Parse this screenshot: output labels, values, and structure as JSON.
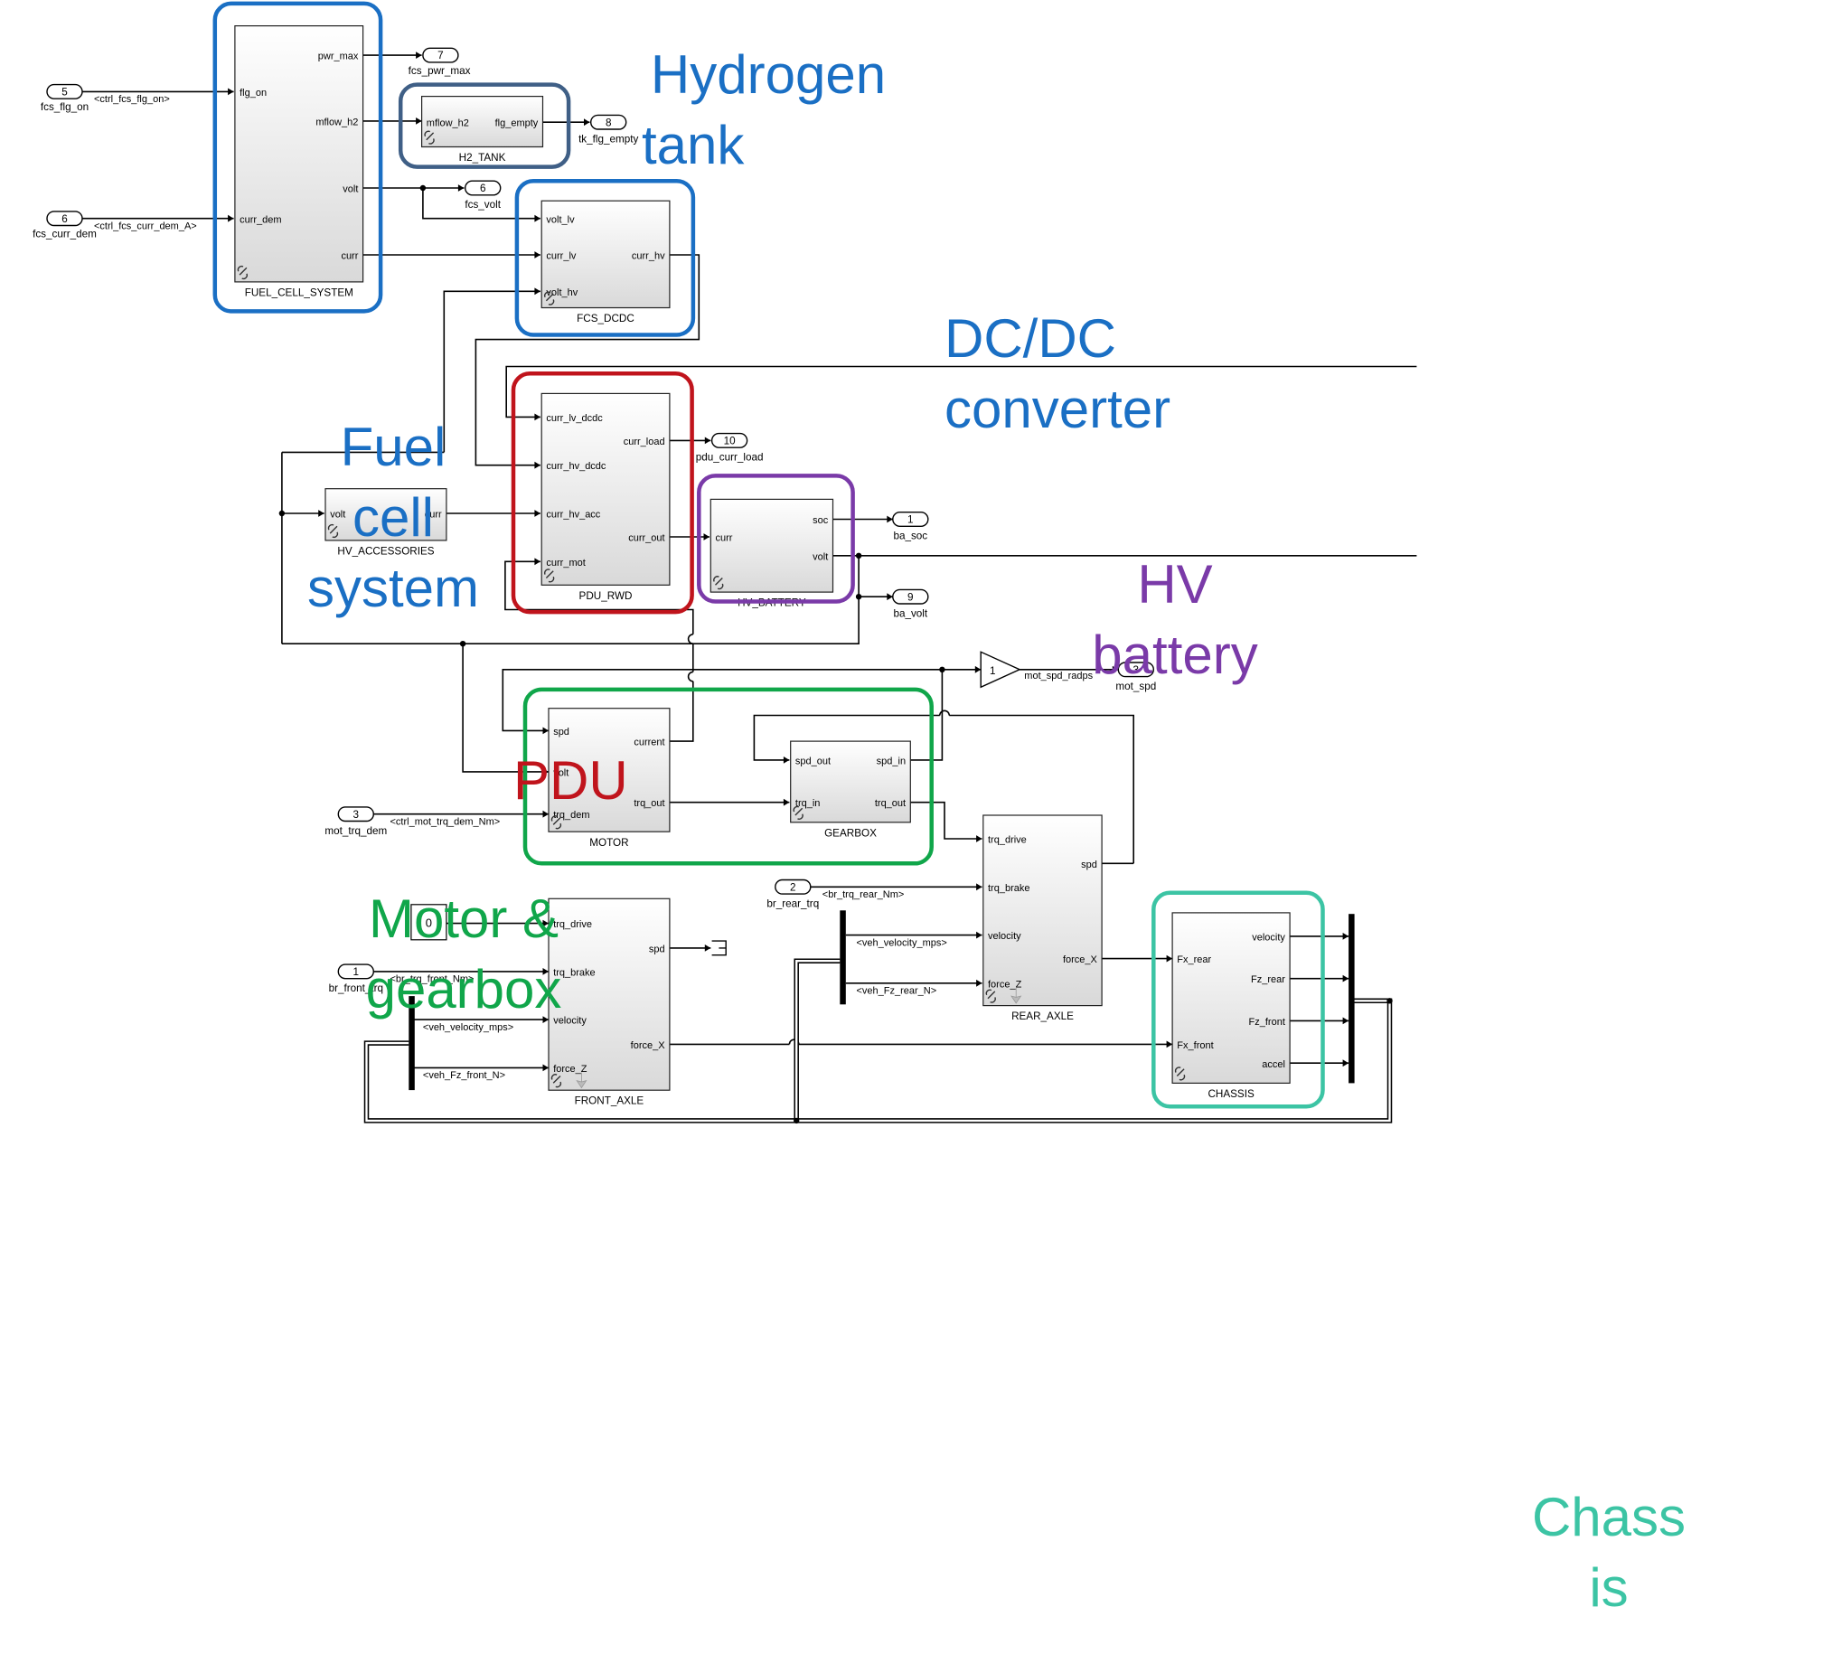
{
  "colors": {
    "fuel_cell": "#1a6fc4",
    "hydrogen": "#3f5f86",
    "dcdc": "#1a6fc4",
    "pdu": "#c0141c",
    "battery": "#7a3aa8",
    "motor": "#10a64a",
    "chassis": "#3cc4a4",
    "wire": "#000000"
  },
  "annotations": {
    "fuel_cell": [
      "Fuel",
      "cell",
      "system"
    ],
    "hydrogen": [
      "Hydrogen",
      "tank"
    ],
    "dcdc": [
      "DC/DC",
      "converter"
    ],
    "pdu": "PDU",
    "battery": [
      "HV",
      "battery"
    ],
    "motor": [
      "Motor &",
      "gearbox"
    ],
    "chassis": [
      "Chass",
      "is"
    ]
  },
  "blocks": {
    "fuel_cell": {
      "name": "FUEL_CELL_SYSTEM",
      "inputs": [
        "flg_on",
        "curr_dem"
      ],
      "outputs": [
        "pwr_max",
        "mflow_h2",
        "volt",
        "curr"
      ]
    },
    "h2_tank": {
      "name": "H2_TANK",
      "inputs": [
        "mflow_h2"
      ],
      "outputs": [
        "flg_empty"
      ]
    },
    "dcdc": {
      "name": "FCS_DCDC",
      "inputs": [
        "volt_lv",
        "curr_lv",
        "volt_hv"
      ],
      "outputs": [
        "curr_hv"
      ]
    },
    "accessories": {
      "name": "HV_ACCESSORIES",
      "inputs": [
        "volt"
      ],
      "outputs": [
        "curr"
      ]
    },
    "pdu": {
      "name": "PDU_RWD",
      "inputs": [
        "curr_lv_dcdc",
        "curr_hv_dcdc",
        "curr_hv_acc",
        "curr_mot"
      ],
      "outputs": [
        "curr_load",
        "curr_out"
      ]
    },
    "battery": {
      "name": "HV_BATTERY",
      "inputs": [
        "curr"
      ],
      "outputs": [
        "soc",
        "volt"
      ]
    },
    "motor": {
      "name": "MOTOR",
      "inputs": [
        "spd",
        "volt",
        "trq_dem"
      ],
      "outputs": [
        "current",
        "trq_out"
      ]
    },
    "gearbox": {
      "name": "GEARBOX",
      "inputs": [
        "spd_out",
        "trq_in"
      ],
      "outputs": [
        "spd_in",
        "trq_out"
      ]
    },
    "rear_axle": {
      "name": "REAR_AXLE",
      "inputs": [
        "trq_drive",
        "trq_brake",
        "velocity",
        "force_Z"
      ],
      "outputs": [
        "spd",
        "force_X"
      ]
    },
    "front_axle": {
      "name": "FRONT_AXLE",
      "inputs": [
        "trq_drive",
        "trq_brake",
        "velocity",
        "force_Z"
      ],
      "outputs": [
        "spd",
        "force_X"
      ]
    },
    "chassis": {
      "name": "CHASSIS",
      "inputs": [
        "Fx_rear",
        "Fx_front"
      ],
      "outputs": [
        "velocity",
        "Fz_rear",
        "Fz_front",
        "accel"
      ]
    }
  },
  "ports": {
    "in_flg_on": {
      "num": "5",
      "name": "fcs_flg_on"
    },
    "in_curr_dem": {
      "num": "6",
      "name": "fcs_curr_dem"
    },
    "in_mot_trq": {
      "num": "3",
      "name": "mot_trq_dem"
    },
    "in_br_rear": {
      "num": "2",
      "name": "br_rear_trq"
    },
    "in_br_front": {
      "num": "1",
      "name": "br_front_trq"
    },
    "out_pwr_max": {
      "num": "7",
      "name": "fcs_pwr_max"
    },
    "out_tk_empty": {
      "num": "8",
      "name": "tk_flg_empty"
    },
    "out_fcs_volt": {
      "num": "6",
      "name": "fcs_volt"
    },
    "out_pdu_load": {
      "num": "10",
      "name": "pdu_curr_load"
    },
    "out_ba_soc": {
      "num": "1",
      "name": "ba_soc"
    },
    "out_ba_volt": {
      "num": "9",
      "name": "ba_volt"
    },
    "out_mot_spd": {
      "num": "3",
      "name": "mot_spd"
    }
  },
  "signals": {
    "ctrl_fcs_flg_on": "<ctrl_fcs_flg_on>",
    "ctrl_fcs_curr_dem": "<ctrl_fcs_curr_dem_A>",
    "ctrl_mot_trq": "<ctrl_mot_trq_dem_Nm>",
    "br_trq_rear": "<br_trq_rear_Nm>",
    "br_trq_front": "<br_trq_front_Nm>",
    "veh_velocity_rear": "<veh_velocity_mps>",
    "veh_fz_rear": "<veh_Fz_rear_N>",
    "veh_velocity_front": "<veh_velocity_mps>",
    "veh_fz_front": "<veh_Fz_front_N>",
    "mot_spd_radps": "mot_spd_radps"
  },
  "gain_value": "1",
  "constant_value": "0"
}
